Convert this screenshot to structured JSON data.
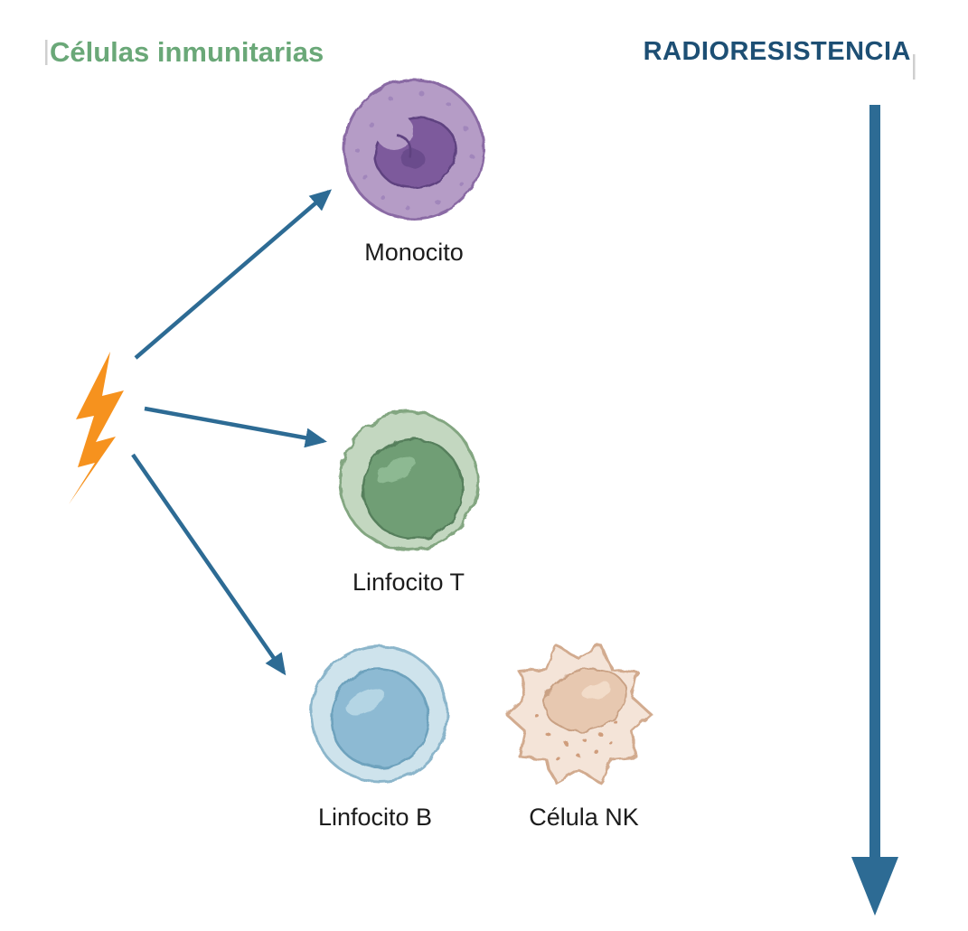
{
  "titles": {
    "left": "Células inmunitarias",
    "right": "RADIORESISTENCIA"
  },
  "cells": [
    {
      "id": "monocito",
      "label": "Monocito"
    },
    {
      "id": "linfocito-t",
      "label": "Linfocito T"
    },
    {
      "id": "linfocito-b",
      "label": "Linfocito B"
    },
    {
      "id": "celula-nk",
      "label": "Célula NK"
    }
  ],
  "icons": {
    "lightning_bolt": "radiation-bolt-icon",
    "axis_arrow": "down-arrow-icon"
  },
  "colors": {
    "title_green": "#6aa878",
    "title_blue": "#1d4f74",
    "arrow_blue": "#2d6b94",
    "bolt_orange": "#f6921e",
    "monocyte_body": "#b59cc6",
    "monocyte_nucleus": "#7d5a9c",
    "tcell_body": "#c3d7c0",
    "tcell_nucleus": "#6f9e74",
    "bcell_body": "#cee3ec",
    "bcell_nucleus": "#8dbad3",
    "nkcell_body": "#f4e4d8",
    "nkcell_nucleus": "#e7c8b0"
  }
}
